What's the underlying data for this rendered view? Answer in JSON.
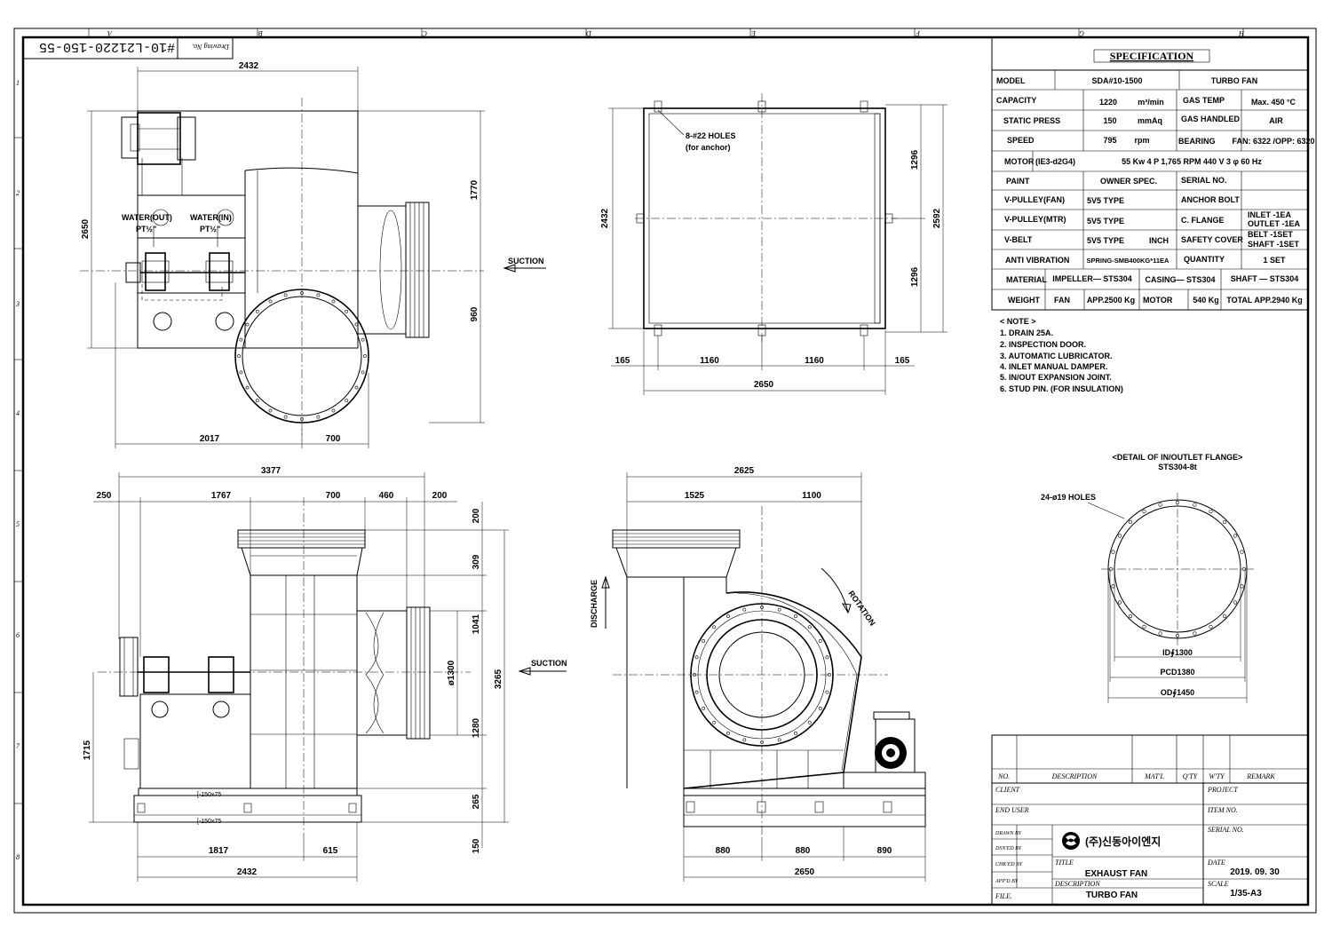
{
  "border": {
    "top_cols": [
      "A",
      "B",
      "C",
      "D",
      "E",
      "F",
      "G",
      "H"
    ],
    "side_rows": [
      "1",
      "2",
      "3",
      "4",
      "5",
      "6",
      "7",
      "8"
    ]
  },
  "drawing_no": {
    "label": "Drawing No.",
    "value": "#10-L21220-150-55"
  },
  "spec": {
    "title": "SPECIFICATION",
    "rows": [
      {
        "label": "MODEL",
        "value": "SDA#10-1500",
        "value2": "TURBO FAN"
      },
      {
        "label": "CAPACITY",
        "value": "1220",
        "unit": "m³/min",
        "label2": "GAS TEMP",
        "value2": "Max. 450 °C"
      },
      {
        "label": "STATIC PRESS",
        "value": "150",
        "unit": "mmAq",
        "label2": "GAS HANDLED",
        "value2": "AIR"
      },
      {
        "label": "SPEED",
        "value": "795",
        "unit": "rpm",
        "label2": "BEARING",
        "value2": "FAN: 6322 /OPP: 6320"
      },
      {
        "label": "MOTOR",
        "sub": "(IE3-d2G4)",
        "value": "55 Kw  4 P  1,765 RPM  440 V  3 φ  60 Hz"
      },
      {
        "label": "PAINT",
        "value": "OWNER SPEC.",
        "label2": "SERIAL NO.",
        "value2": ""
      },
      {
        "label": "V-PULLEY(FAN)",
        "value": "5V5 TYPE",
        "label2": "ANCHOR BOLT",
        "value2": ""
      },
      {
        "label": "V-PULLEY(MTR)",
        "value": "5V5 TYPE",
        "label2": "C. FLANGE",
        "value2": "INLET -1EA",
        "value3": "OUTLET -1EA"
      },
      {
        "label": "V-BELT",
        "value": "5V5 TYPE",
        "unit": "INCH",
        "label2": "SAFETY COVER",
        "value2": "BELT -1SET",
        "value3": "SHAFT -1SET"
      },
      {
        "label": "ANTI VIBRATION",
        "value": "SPRING-SMB400KG*11EA",
        "label2": "QUANTITY",
        "value2": "1 SET"
      },
      {
        "label": "MATERIAL",
        "value": "IMPELLER— STS304",
        "value2": "CASING— STS304",
        "value3": "SHAFT — STS304"
      },
      {
        "label": "WEIGHT",
        "value": "FAN",
        "value2": "APP.2500 Kg",
        "value3": "MOTOR",
        "value4": "540 Kg",
        "value5": "TOTAL APP.2940 Kg"
      }
    ]
  },
  "notes": {
    "title": "< NOTE >",
    "items": [
      "1. DRAIN 25A.",
      "2. INSPECTION DOOR.",
      "3. AUTOMATIC LUBRICATOR.",
      "4. INLET MANUAL DAMPER.",
      "5. IN/OUT EXPANSION JOINT.",
      "6. STUD PIN. (FOR INSULATION)"
    ]
  },
  "flange_detail": {
    "title": "<DETAIL OF IN/OUTLET FLANGE>",
    "subtitle": "STS304-8t",
    "holes": "24-ø19 HOLES",
    "id": "ID∮1300",
    "pcd": "PCD1380",
    "od": "OD∮1450"
  },
  "top_view": {
    "dims": {
      "top": "2432",
      "left": "2650",
      "right_top": "1770",
      "right_bot": "960",
      "bottom_left": "2017",
      "bottom_right": "700"
    },
    "water_out": "WATER(OUT)",
    "water_in": "WATER(IN)",
    "pt_out": "PT½\"",
    "pt_in": "PT½\"",
    "suction": "SUCTION"
  },
  "base_view": {
    "holes": "8-#22 HOLES",
    "holes_sub": "(for anchor)",
    "dims": {
      "left": "2432",
      "right_top": "1296",
      "right_bot": "1296",
      "right_all": "2592",
      "b1": "165",
      "b2": "1160",
      "b3": "1160",
      "b4": "165",
      "total": "2650"
    }
  },
  "side_view": {
    "dims": {
      "top": "3377",
      "t1": "250",
      "t2": "1767",
      "t3": "700",
      "t4": "460",
      "t5": "200",
      "r1": "200",
      "r2": "309",
      "r3": "1041",
      "r4": "1280",
      "r5": "265",
      "r6": "150",
      "rall": "3265",
      "dia": "ø1300",
      "left": "1715",
      "b1": "1817",
      "b2": "615",
      "ball": "2432"
    },
    "channel1": "[-150x75",
    "channel2": "[-150x75",
    "suction": "SUCTION"
  },
  "front_view": {
    "dims": {
      "top": "2625",
      "t1": "1525",
      "t2": "1100",
      "b1": "880",
      "b2": "880",
      "b3": "890",
      "ball": "2650"
    },
    "discharge": "DISCHARGE",
    "rotation": "ROTATION"
  },
  "title_block": {
    "headers": [
      "NO.",
      "DESCRIPTION",
      "MAT'L",
      "Q'TY",
      "W'TY",
      "REMARK"
    ],
    "client": "CLIENT",
    "project": "PROJECT",
    "end_user": "END USER",
    "item_no": "ITEM NO.",
    "serial_no": "SERIAL NO.",
    "drawn": "DRAWN BY",
    "designed": "DSN'ED BY",
    "checked": "CHK'ED BY",
    "approved": "APP'D BY",
    "file": "FILE.",
    "company": "(주)신동아이엔지",
    "title_lbl": "TITLE",
    "title": "EXHAUST FAN",
    "desc_lbl": "DESCRIPTION",
    "desc": "TURBO FAN",
    "date_lbl": "DATE",
    "date": "2019. 09. 30",
    "scale_lbl": "SCALE",
    "scale": "1/35-A3"
  }
}
